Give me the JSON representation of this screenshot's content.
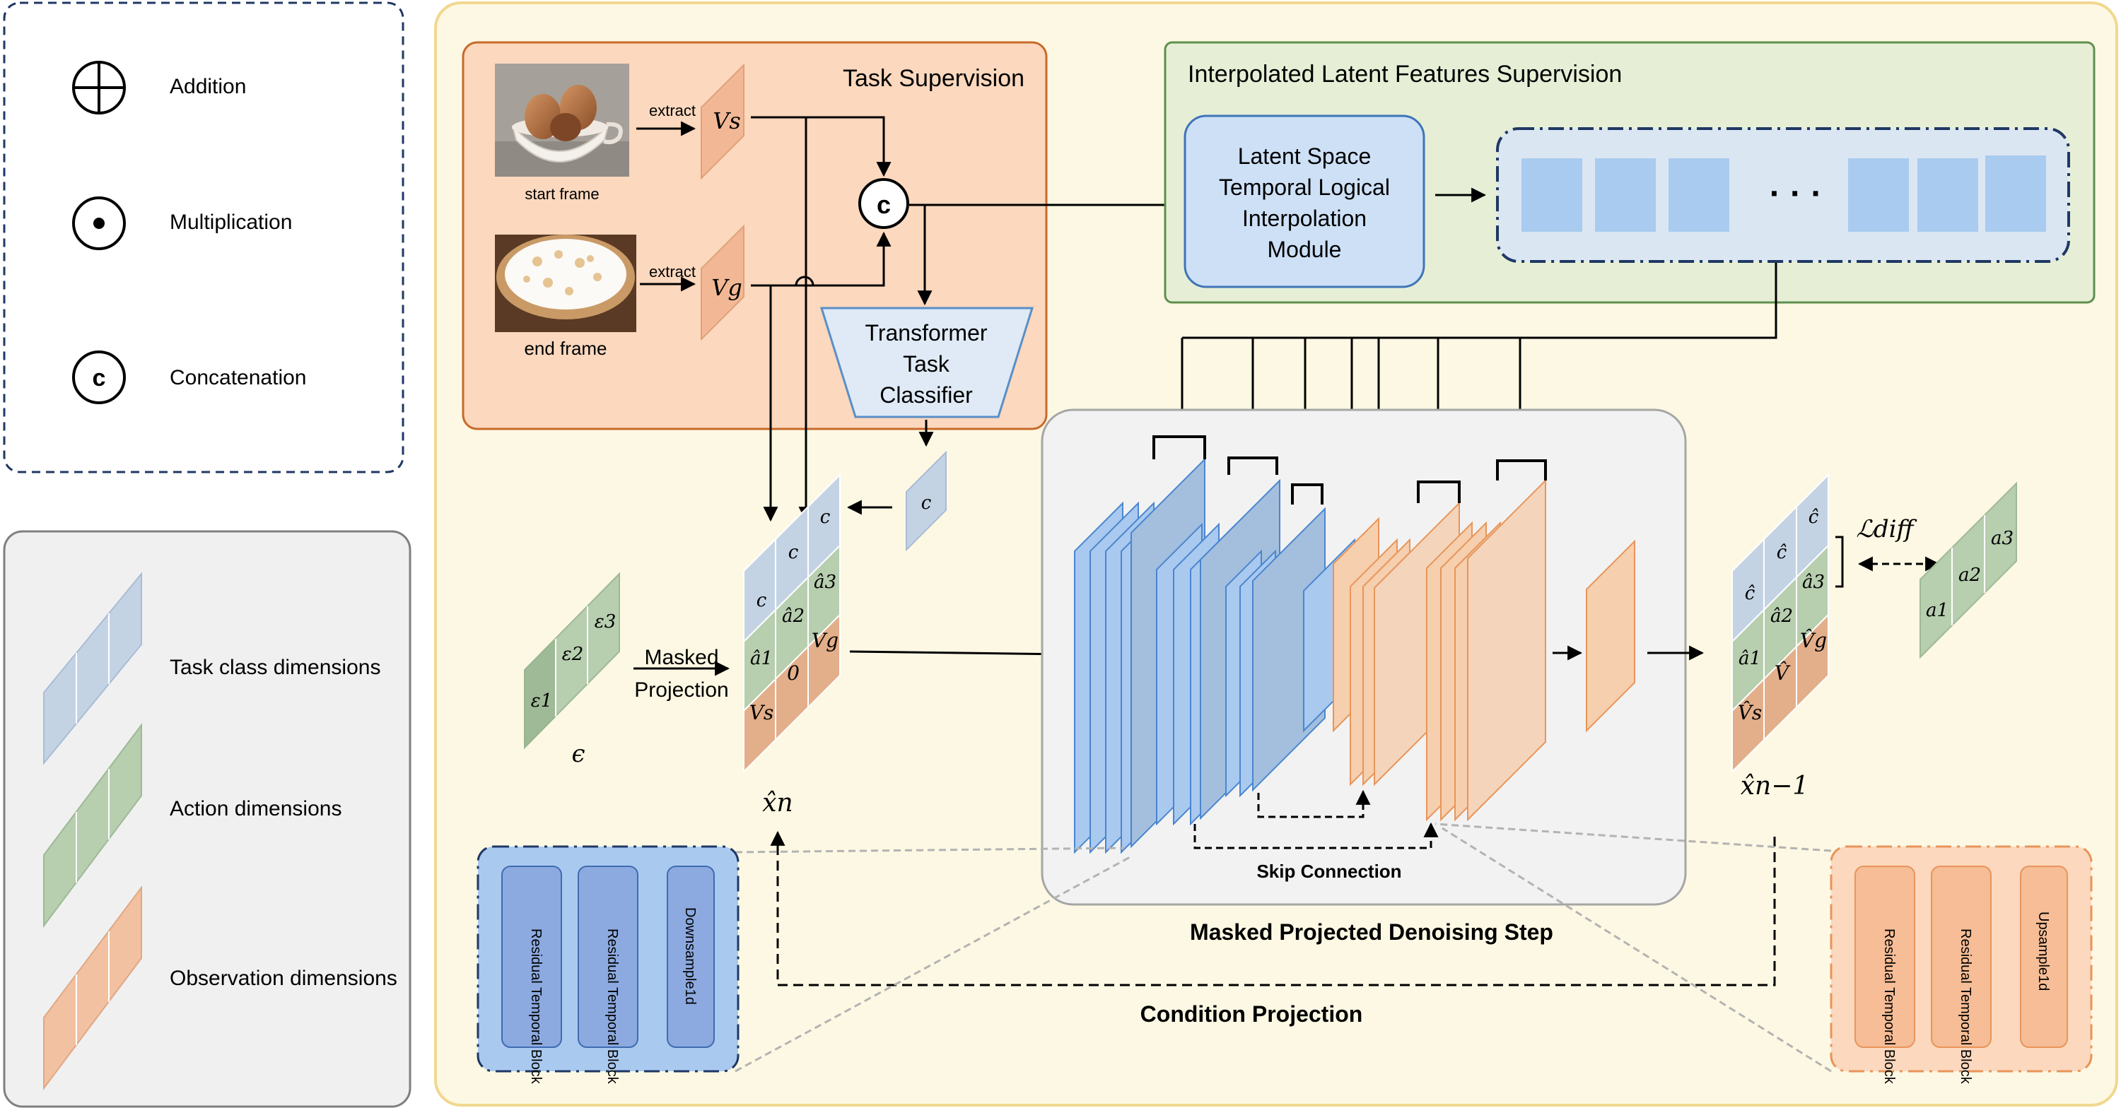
{
  "legend_ops": {
    "addition": "Addition",
    "multiplication": "Multiplication",
    "concatenation": "Concatenation",
    "concat_symbol": "c"
  },
  "legend_dims": {
    "task": "Task class dimensions",
    "action": "Action dimensions",
    "observation": "Observation dimensions"
  },
  "task_supervision": {
    "title": "Task Supervision",
    "start_frame": "start frame",
    "end_frame": "end frame",
    "extract": "extract",
    "vs": "Vs",
    "vg": "Vg",
    "classifier": [
      "Transformer",
      "Task",
      "Classifier"
    ]
  },
  "interp_supervision": {
    "title": "Interpolated Latent Features Supervision",
    "module": [
      "Latent Space",
      "Temporal Logical",
      "Interpolation",
      "Module"
    ],
    "ellipsis": "· · ·"
  },
  "left_input": {
    "eps": [
      "ε1",
      "ε2",
      "ε3"
    ],
    "eps_symbol": "ϵ",
    "masked_projection": [
      "Masked",
      "Projection"
    ],
    "xn": "x̂n",
    "c_token": "c"
  },
  "xn_grid": {
    "task_row": [
      "c",
      "c",
      "c"
    ],
    "action_row": [
      "â1",
      "â2",
      "â3"
    ],
    "obs_row": [
      "Vs",
      "0",
      "Vg"
    ]
  },
  "output": {
    "task_row": [
      "ĉ",
      "ĉ",
      "ĉ"
    ],
    "action_row": [
      "â1",
      "â2",
      "â3"
    ],
    "obs_row": [
      "V̂s",
      "V̂",
      "V̂g"
    ],
    "label": "x̂n−1",
    "loss": "ℒdiff",
    "targets": [
      "a1",
      "a2",
      "a3"
    ]
  },
  "denoiser": {
    "skip": "Skip Connection",
    "title": "Masked Projected Denoising Step",
    "condition": "Condition Projection"
  },
  "down_blocks": [
    "Residual Temporal Block",
    "Residual Temporal Block",
    "Downsample1d"
  ],
  "up_blocks": [
    "Residual Temporal Block",
    "Residual Temporal Block",
    "Upsample1d"
  ],
  "colors": {
    "blue": "#a9c9ef",
    "blue_dark": "#4a86cf",
    "orange": "#f6cfae",
    "orange_dark": "#e8955a",
    "green": "#b7ceaf",
    "task_blue": "#c4d3e4",
    "panel_yellow": "#fdf8e3",
    "panel_orange": "#fbd8be",
    "panel_green": "#e6efd6"
  }
}
